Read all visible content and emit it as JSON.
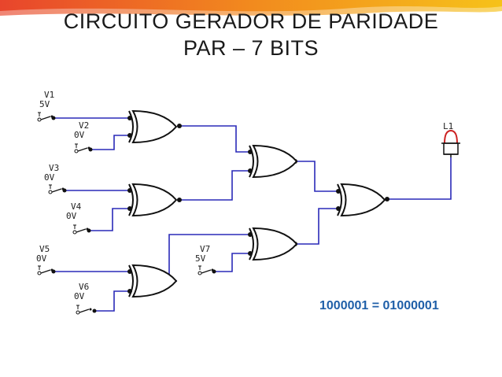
{
  "title_line1": "CIRCUITO GERADOR DE PARIDADE",
  "title_line2": "PAR – 7 BITS",
  "sources": [
    {
      "name": "V1",
      "value": "5V"
    },
    {
      "name": "V2",
      "value": "0V"
    },
    {
      "name": "V3",
      "value": "0V"
    },
    {
      "name": "V4",
      "value": "0V"
    },
    {
      "name": "V5",
      "value": "0V"
    },
    {
      "name": "V6",
      "value": "0V"
    },
    {
      "name": "V7",
      "value": "5V"
    }
  ],
  "lamp": {
    "name": "L1"
  },
  "result": "1000001 = 01000001",
  "colors": {
    "wire": "#2a2ab8",
    "result": "#1f5fa8",
    "lamp": "#cc2222"
  }
}
